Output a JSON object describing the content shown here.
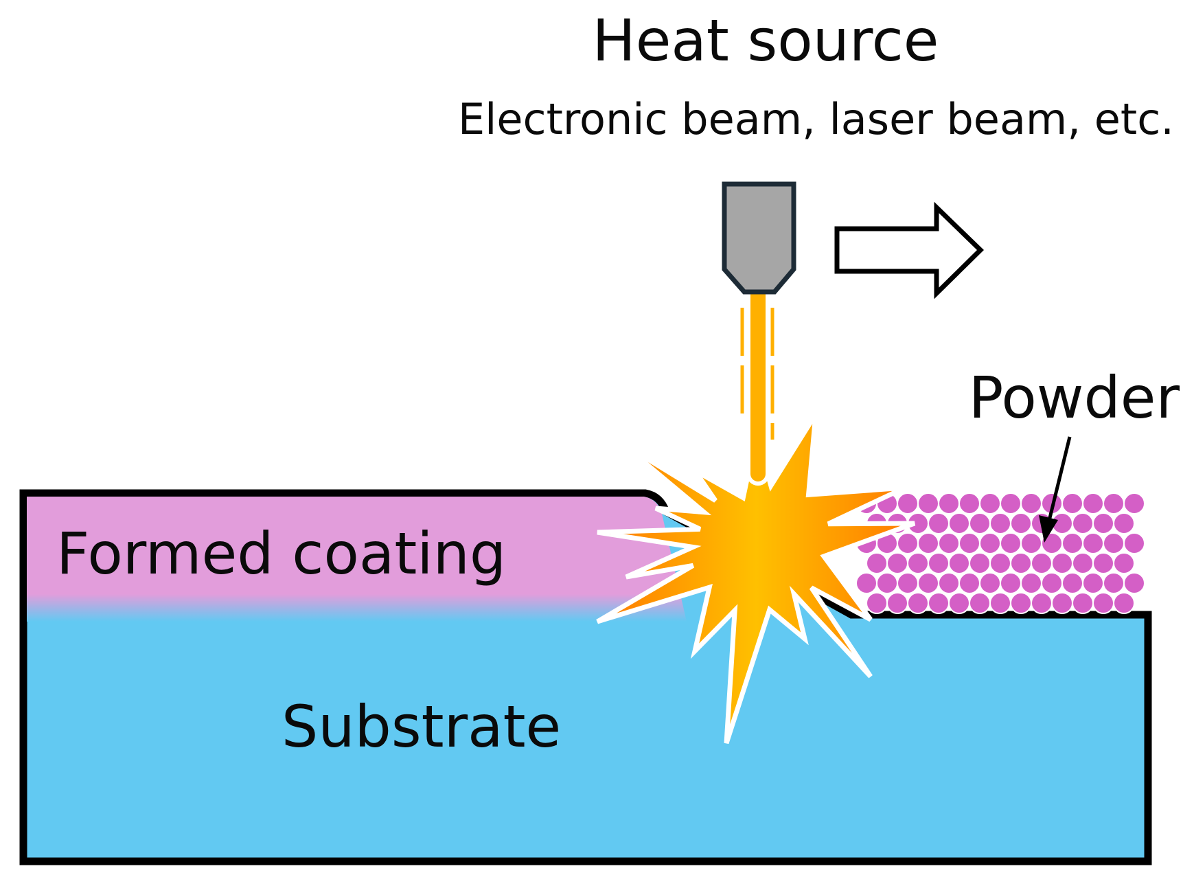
{
  "labels": {
    "heat_source": "Heat source",
    "heat_source_detail": "Electronic beam, laser beam, etc.",
    "powder": "Powder",
    "formed_coating": "Formed coating",
    "substrate": "Substrate"
  },
  "colors": {
    "substrate": "#62c9f2",
    "coating": "#e29ddb",
    "powder_particle": "#d45fc6",
    "nozzle": "#a6a6a6",
    "nozzle_outline": "#1d2b36",
    "beam": "#ffb000",
    "burst_center": "#ffc000",
    "burst_edge": "#ff7a00",
    "outline": "#000000"
  },
  "icons": {
    "nozzle": "heat-source-nozzle-icon",
    "direction": "movement-direction-arrow-icon",
    "burst": "melt-burst-icon"
  }
}
